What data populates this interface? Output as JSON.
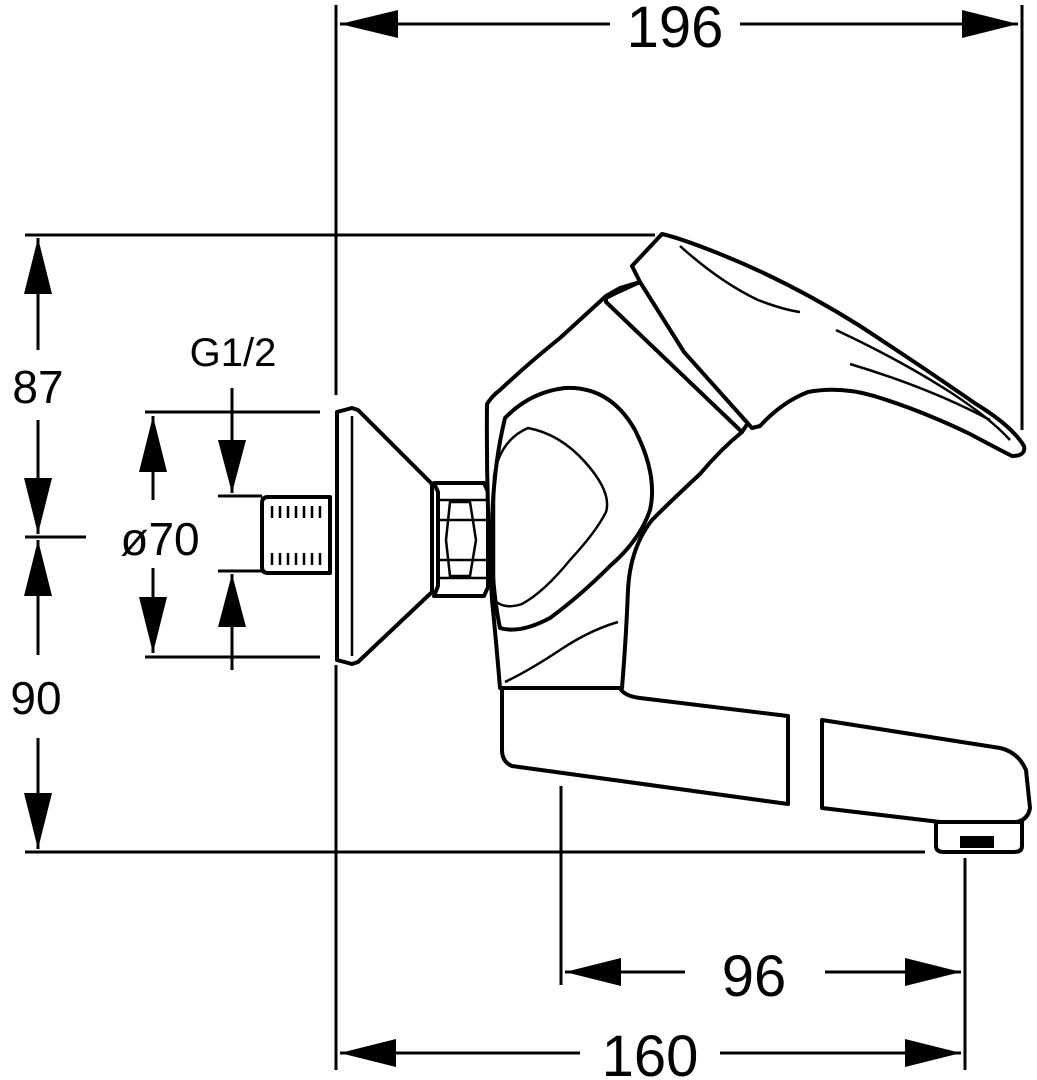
{
  "dimensions": {
    "overall_width": "196",
    "upper_height": "87",
    "lower_height": "90",
    "thread": "G1/2",
    "flange_diameter": "ø70",
    "spout_reach": "96",
    "spout_projection": "160"
  },
  "colors": {
    "line": "#000000",
    "background": "#ffffff"
  }
}
